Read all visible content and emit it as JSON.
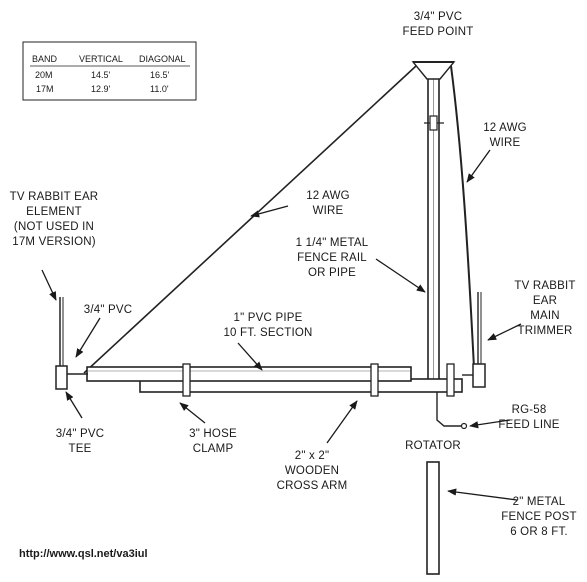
{
  "table": {
    "headers": [
      "BAND",
      "VERTICAL",
      "DIAGONAL"
    ],
    "rows": [
      [
        "20M",
        "14.5'",
        "16.5'"
      ],
      [
        "17M",
        "12.9'",
        "11.0'"
      ]
    ]
  },
  "labels": {
    "feed_point": [
      "3/4\" PVC",
      "FEED POINT"
    ],
    "awg_wire_right": [
      "12 AWG",
      "WIRE"
    ],
    "tv_rabbit_left": [
      "TV RABBIT EAR",
      "ELEMENT",
      "(NOT USED IN",
      "17M VERSION)"
    ],
    "awg_wire_diag": [
      "12 AWG",
      "WIRE"
    ],
    "fence_rail": [
      "1 1/4\" METAL",
      "FENCE RAIL",
      "OR PIPE"
    ],
    "tv_rabbit_right": [
      "TV RABBIT",
      "EAR",
      "MAIN",
      "TRIMMER"
    ],
    "pvc_34": [
      "3/4\" PVC"
    ],
    "pvc_pipe": [
      "1\" PVC PIPE",
      "10 FT. SECTION"
    ],
    "rg58": [
      "RG-58",
      "FEED LINE"
    ],
    "pvc_tee": [
      "3/4\" PVC",
      "TEE"
    ],
    "hose_clamp": [
      "3\" HOSE",
      "CLAMP"
    ],
    "rotator": [
      "ROTATOR"
    ],
    "cross_arm": [
      "2\" x 2\"",
      "WOODEN",
      "CROSS ARM"
    ],
    "fence_post": [
      "2\" METAL",
      "FENCE POST",
      "6 OR 8 FT."
    ]
  },
  "url": "http://www.qsl.net/va3iul"
}
